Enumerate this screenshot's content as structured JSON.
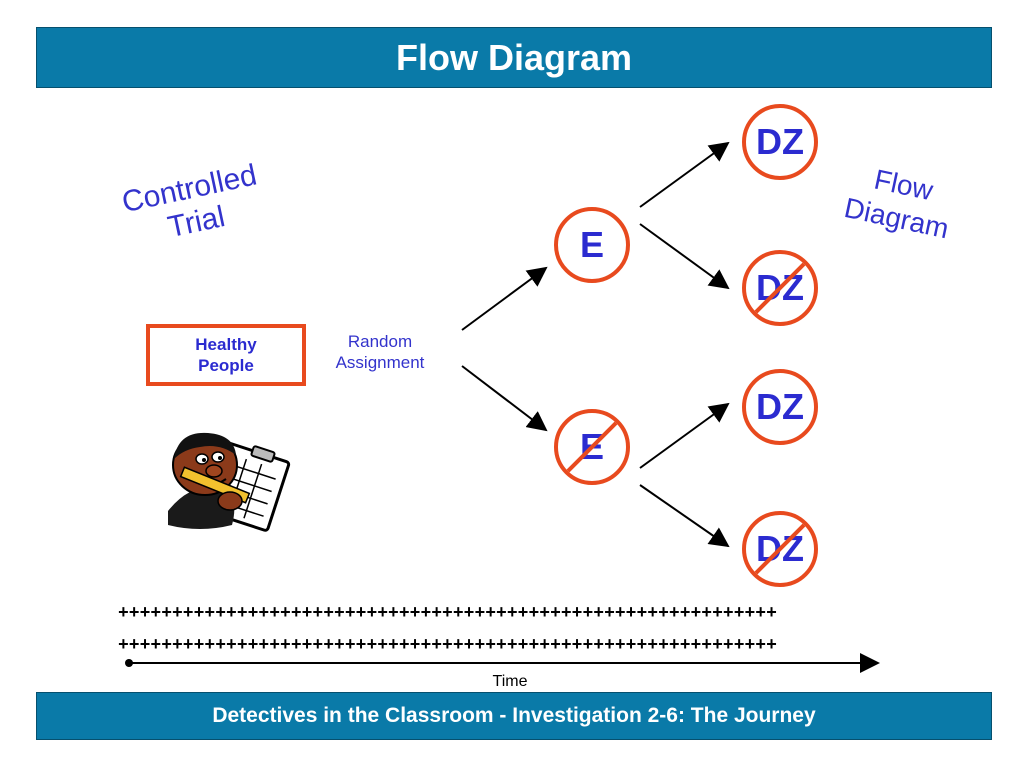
{
  "title": "Flow Diagram",
  "side_labels": {
    "controlled_trial": "Controlled\nTrial",
    "flow_diagram": "Flow\nDiagram"
  },
  "start": {
    "label": "Healthy\nPeople"
  },
  "branch_label": "Random\nAssignment",
  "exposure_nodes": [
    {
      "label": "E",
      "crossed": false
    },
    {
      "label": "E",
      "crossed": true
    }
  ],
  "outcome_nodes": [
    {
      "label": "DZ",
      "crossed": false
    },
    {
      "label": "DZ",
      "crossed": true
    },
    {
      "label": "DZ",
      "crossed": false
    },
    {
      "label": "DZ",
      "crossed": true
    }
  ],
  "timeline": {
    "plus_row": "+++++++++++++++++++++++++++++++++++++++++++++++++++++++++++++",
    "label": "Time"
  },
  "footer": "Detectives in the Classroom - Investigation 2-6:  The Journey",
  "colors": {
    "bar": "#0a7aa8",
    "accent_red": "#e84a1e",
    "text_blue": "#2b2bd0"
  },
  "icons": {
    "clipart": "person-with-clipboard-icon"
  }
}
